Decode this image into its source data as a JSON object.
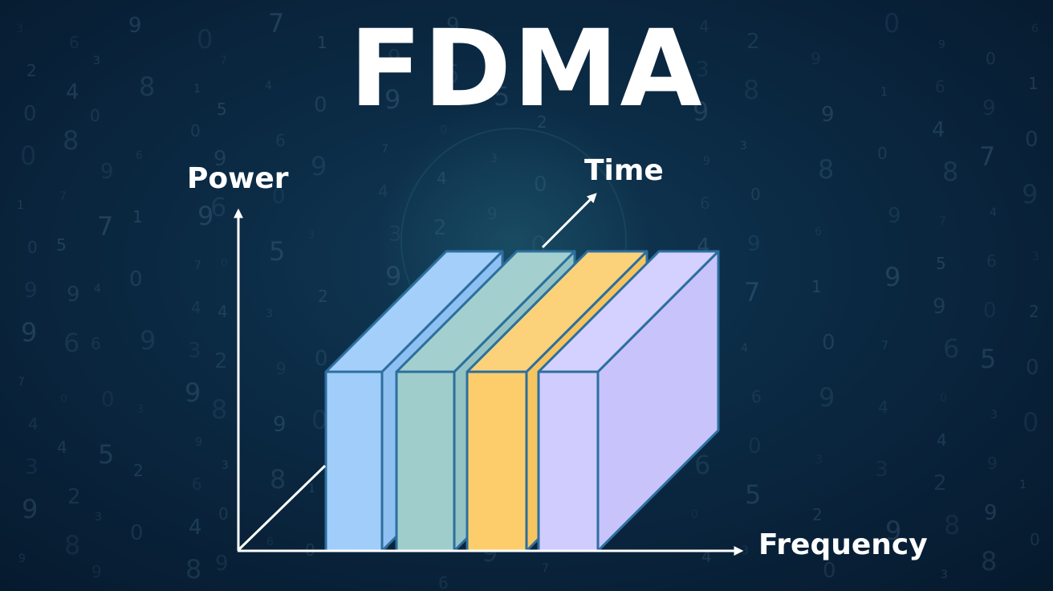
{
  "title": "FDMA",
  "axes": {
    "power": "Power",
    "time": "Time",
    "frequency": "Frequency"
  },
  "colors": {
    "axis": "#ffffff",
    "outline": "#2c6f9e",
    "background_dark": "#06192d",
    "background_mid": "#0b2a44",
    "matrix_digits": "#5f8aa6"
  },
  "channels": [
    {
      "front": "#a0cdfa",
      "side": "#8fc0f2",
      "top": "#a4cffa"
    },
    {
      "front": "#9fcdcb",
      "side": "#93c3c2",
      "top": "#a3d0ce"
    },
    {
      "front": "#fdcd6b",
      "side": "#f6c560",
      "top": "#fbd27a"
    },
    {
      "front": "#d0ccfe",
      "side": "#c8c4fb",
      "top": "#d4d0ff"
    }
  ],
  "background_digits": [
    "3",
    "2",
    "0",
    "0",
    "1",
    "0",
    "9",
    "9",
    "7",
    "4",
    "3",
    "9",
    "9",
    "6",
    "4",
    "8",
    "7",
    "5",
    "9",
    "6",
    "0",
    "4",
    "2",
    "8",
    "3",
    "0",
    "9",
    "7",
    "4",
    "6",
    "0",
    "5",
    "3",
    "9",
    "9",
    "8",
    "6",
    "1",
    "0",
    "9"
  ]
}
